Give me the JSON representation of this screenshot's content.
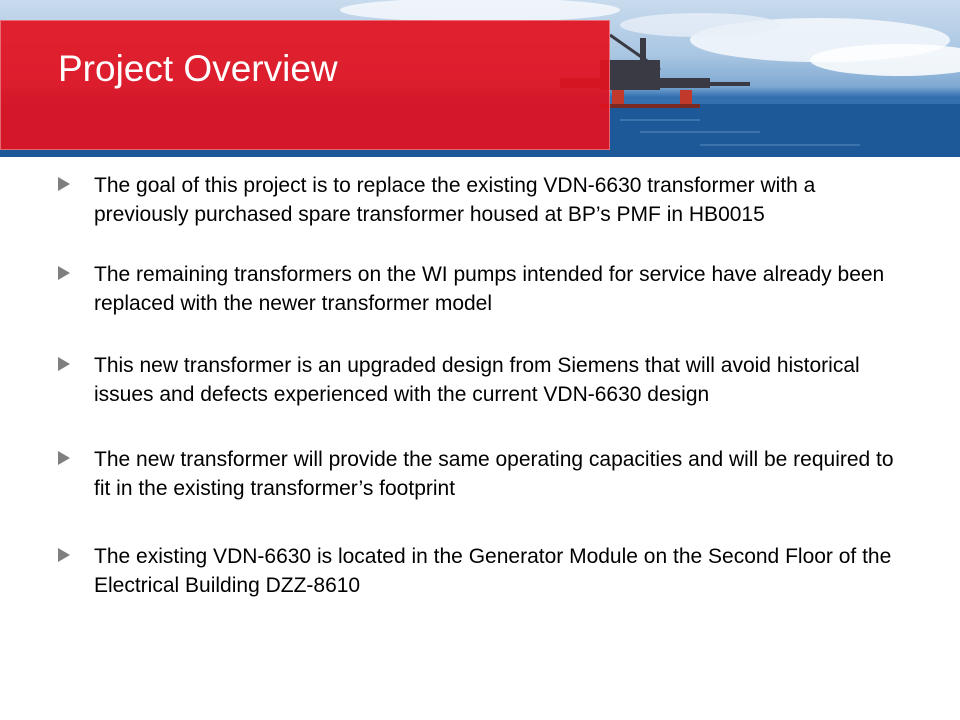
{
  "slide": {
    "title": "Project Overview",
    "bullets": [
      {
        "text": "The goal of this project is to replace the existing VDN-6630 transformer with a previously purchased spare transformer housed at BP’s PMF in HB0015"
      },
      {
        "text": "The remaining transformers on the WI pumps intended for service have already been replaced with the newer transformer model"
      },
      {
        "text": "This new transformer is an upgraded design from Siemens that will avoid historical issues and defects experienced with the current VDN-6630 design"
      },
      {
        "text": "The new transformer will provide the same operating capacities and will be required to fit in the existing transformer’s footprint"
      },
      {
        "text": "The existing VDN-6630 is located in the Generator Module on the Second Floor of the Electrical Building DZZ-8610"
      }
    ]
  },
  "colors": {
    "title_box": "#e21220",
    "bullet_arrow": "#7f7f7f",
    "sea": "#1f5ea2"
  },
  "icons": {
    "bullet": "play-triangle-icon"
  }
}
